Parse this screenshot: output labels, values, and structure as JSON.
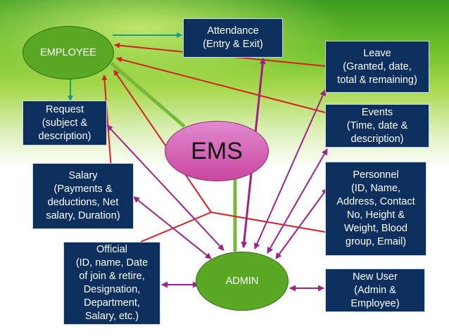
{
  "nodes": {
    "employee": "EMPLOYEE",
    "ems": "EMS",
    "admin": "ADMIN",
    "attendance": "Attendance\n(Entry & Exit)",
    "leave": "Leave\n(Granted, date,\ntotal & remaining)",
    "request": "Request\n(subject &\ndescription)",
    "events": "Events\n(Time, date &\ndescription)",
    "salary": "Salary\n(Payments &\ndeductions, Net\nsalary, Duration)",
    "personnel": "Personnel\n(ID, Name,\nAddress, Contact\nNo, Height &\nWeight, Blood\ngroup, Email)",
    "official": "Official\n(ID, name, Date\nof join & retire,\nDesignation,\nDepartment,\nSalary, etc.)",
    "new_user": "New  User\n(Admin   &\nEmployee)"
  },
  "colors": {
    "box_fill": "#0d2f5e",
    "box_text": "#ffffff",
    "employee_fill": "#5aa824",
    "ems_fill": "#d14fb0",
    "admin_fill": "#5aa824",
    "red_edges": "#d42020",
    "purple_edges": "#a0208a",
    "green_edges": "#78b83a",
    "teal_edges": "#1a9a8a"
  }
}
